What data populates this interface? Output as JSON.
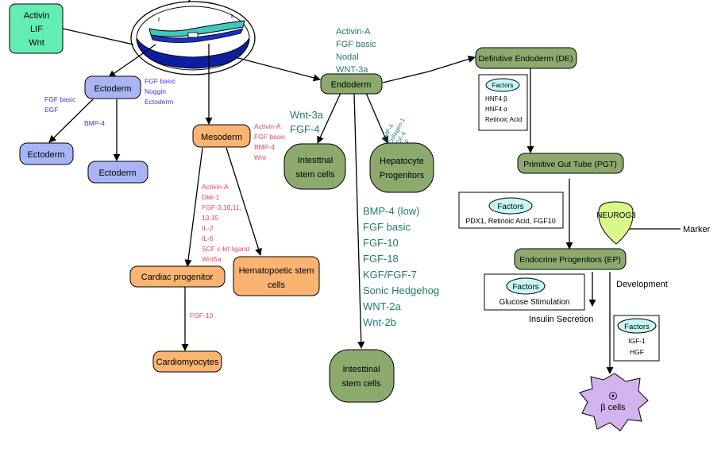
{
  "top_left_box": {
    "lines": [
      "Activin",
      "LIF",
      "Wnt"
    ]
  },
  "nodes": {
    "ectoderm": "Ectoderm",
    "ectoderm_left": "Ectoderm",
    "ectoderm_bottom": "Ectoderm",
    "mesoderm": "Mesoderm",
    "cardiac": "Cardiac progenitor",
    "hemato": [
      "Hematopoetic stem",
      "cells"
    ],
    "cardiomyocytes": "Cardiomyocytes",
    "endoderm": "Endoderm",
    "intestinal_top": [
      "Intesttnal",
      "stem cells"
    ],
    "hepatocyte": [
      "Hepatocyte",
      "Progenitors"
    ],
    "intestinal_bottom": [
      "Intesttinal",
      "stem cells"
    ],
    "definitive_endoderm": "Definitive Endoderm (DE)",
    "primitive_gut": "Primitive Gut Tube (PGT)",
    "endocrine": "Endocrine Progenitors (EP)",
    "beta_cells": "β cells"
  },
  "labels": {
    "ecto_factors": [
      "FGF basic",
      "Noggin",
      "Ectoderm"
    ],
    "ecto_left_factors": [
      "FGF basic",
      "EGF"
    ],
    "ecto_bmp": "BMP-4",
    "endo_factors": [
      "Activin-A",
      "FGF basic",
      "Nodal",
      "WNT-3a"
    ],
    "meso_factors": [
      "Activin-A",
      "FGF basic",
      "BMP-4",
      "Wnt"
    ],
    "cardiac_factors": [
      "Activin-A",
      "Dkk-1",
      "FGF-3,10,11,",
      "13,15",
      "IL-2",
      "IL-6",
      "SCF c-kit ligand",
      "Wnt5a"
    ],
    "fgf10": "FGF-10",
    "wnt3a_fgf4": [
      "Wnt-3a",
      "FGF-4"
    ],
    "hep_factors": [
      "BMP-4",
      "Collagen-1",
      "FGF-4",
      "HGF"
    ],
    "intestinal_factors": [
      "BMP-4 (low)",
      "FGF basic",
      "FGF-10",
      "FGF-18",
      "KGF/FGF-7",
      "Sonic Hedgehog",
      "WNT-2a",
      "Wnt-2b"
    ],
    "factors_title": "Factors",
    "de_factors": [
      "HNF4 β",
      "HNF4 α",
      "Retinoic Acid"
    ],
    "pgt_factors": "PDX1, Retinoic Acid, FGF10",
    "ep_factors": "Glucose Stimulation",
    "insulin": "Insulin Secretion",
    "development": "Development",
    "beta_factors": [
      "IGF-1",
      "HGF"
    ],
    "neurog3": "NEUROG3",
    "marker": "Marker"
  },
  "colors": {
    "blue_fill": "#a9b4f5",
    "orange_fill": "#f9b472",
    "green_fill": "#8caa6e",
    "teal_fill": "#63ecb3",
    "lime_fill": "#d8f88a",
    "cyan_fill": "#c8f6f6",
    "purple_fill": "#d3b3ee",
    "blue_text": "#3a3ad8",
    "red_text": "#e3475d",
    "teal_text": "#237a6b"
  }
}
